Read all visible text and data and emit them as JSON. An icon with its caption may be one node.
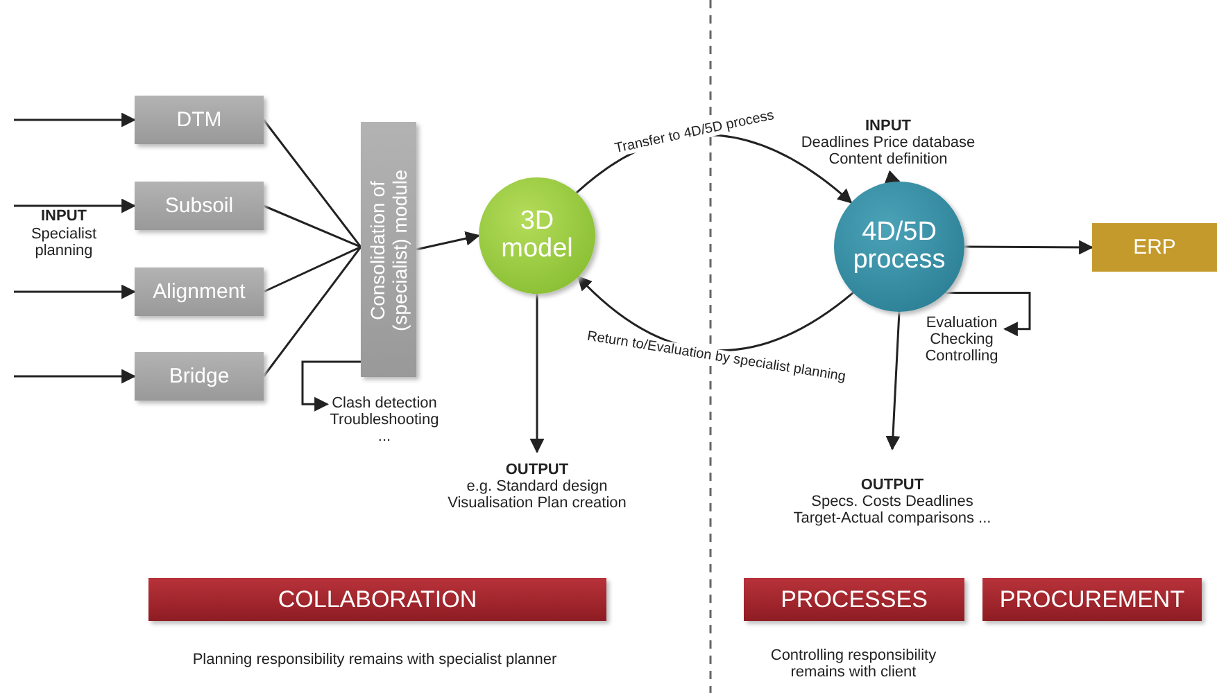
{
  "diagram": {
    "nodes": [
      {
        "text": [
          "DTM"
        ]
      },
      {
        "text": [
          "Subsoil"
        ]
      },
      {
        "text": [
          "Alignment"
        ]
      },
      {
        "text": [
          "Bridge"
        ]
      },
      {
        "text": [
          "Consolidation of (specialist) module"
        ]
      },
      {
        "text": [
          "3D model"
        ]
      },
      {
        "text": [
          "INPUT",
          "Deadlines Price database Content definition"
        ]
      },
      {
        "text": [
          "4D/5D process"
        ]
      },
      {
        "text": [
          "ERP"
        ]
      },
      {
        "text": [
          "Clash detection Troubleshooting ..."
        ]
      },
      {
        "text": [
          "OUTPUT",
          "e.g. Standard design Visualisation Plan creation"
        ]
      },
      {
        "text": [
          "Evaluation Checking Controlling"
        ]
      },
      {
        "text": [
          "OUTPUT",
          "Specs. Costs Deadlines Target-Actual comparisons ..."
        ]
      },
      {
        "text": [
          "COLLABORATION"
        ]
      },
      {
        "text": [
          "PROCESSES"
        ]
      },
      {
        "text": [
          "PROCUREMENT"
        ]
      }
    ],
    "edges": [
      {
        "from": null,
        "to": 0,
        "arrow": "to"
      },
      {
        "from": null,
        "to": 1,
        "arrow": "to"
      },
      {
        "from": null,
        "to": 2,
        "arrow": "to"
      },
      {
        "from": null,
        "to": 3,
        "arrow": "to"
      },
      {
        "from": 0,
        "to": 4,
        "arrow": "none"
      },
      {
        "from": 1,
        "to": 4,
        "arrow": "none"
      },
      {
        "from": 2,
        "to": 4,
        "arrow": "none"
      },
      {
        "from": 3,
        "to": 4,
        "arrow": "none"
      },
      {
        "from": 4,
        "to": 5,
        "arrow": "to"
      },
      {
        "from": 5,
        "to": 7,
        "arrow": "to",
        "label": "Transfer to 4D/5D process"
      },
      {
        "from": 7,
        "to": 5,
        "arrow": "to",
        "label": "Return to/Evaluation by specialist planning"
      },
      {
        "from": 4,
        "to": 9,
        "arrow": "to"
      },
      {
        "from": 5,
        "to": 10,
        "arrow": "to"
      },
      {
        "from": 6,
        "to": 7,
        "arrow": "to"
      },
      {
        "from": 7,
        "to": 8,
        "arrow": "to"
      },
      {
        "from": 7,
        "to": 11,
        "arrow": "to"
      },
      {
        "from": 7,
        "to": 12,
        "arrow": "to"
      }
    ],
    "labels": [
      "INPUT",
      "Specialist planning",
      "Planning responsibility remains with specialist planner",
      "Controlling responsibility remains with client"
    ]
  }
}
